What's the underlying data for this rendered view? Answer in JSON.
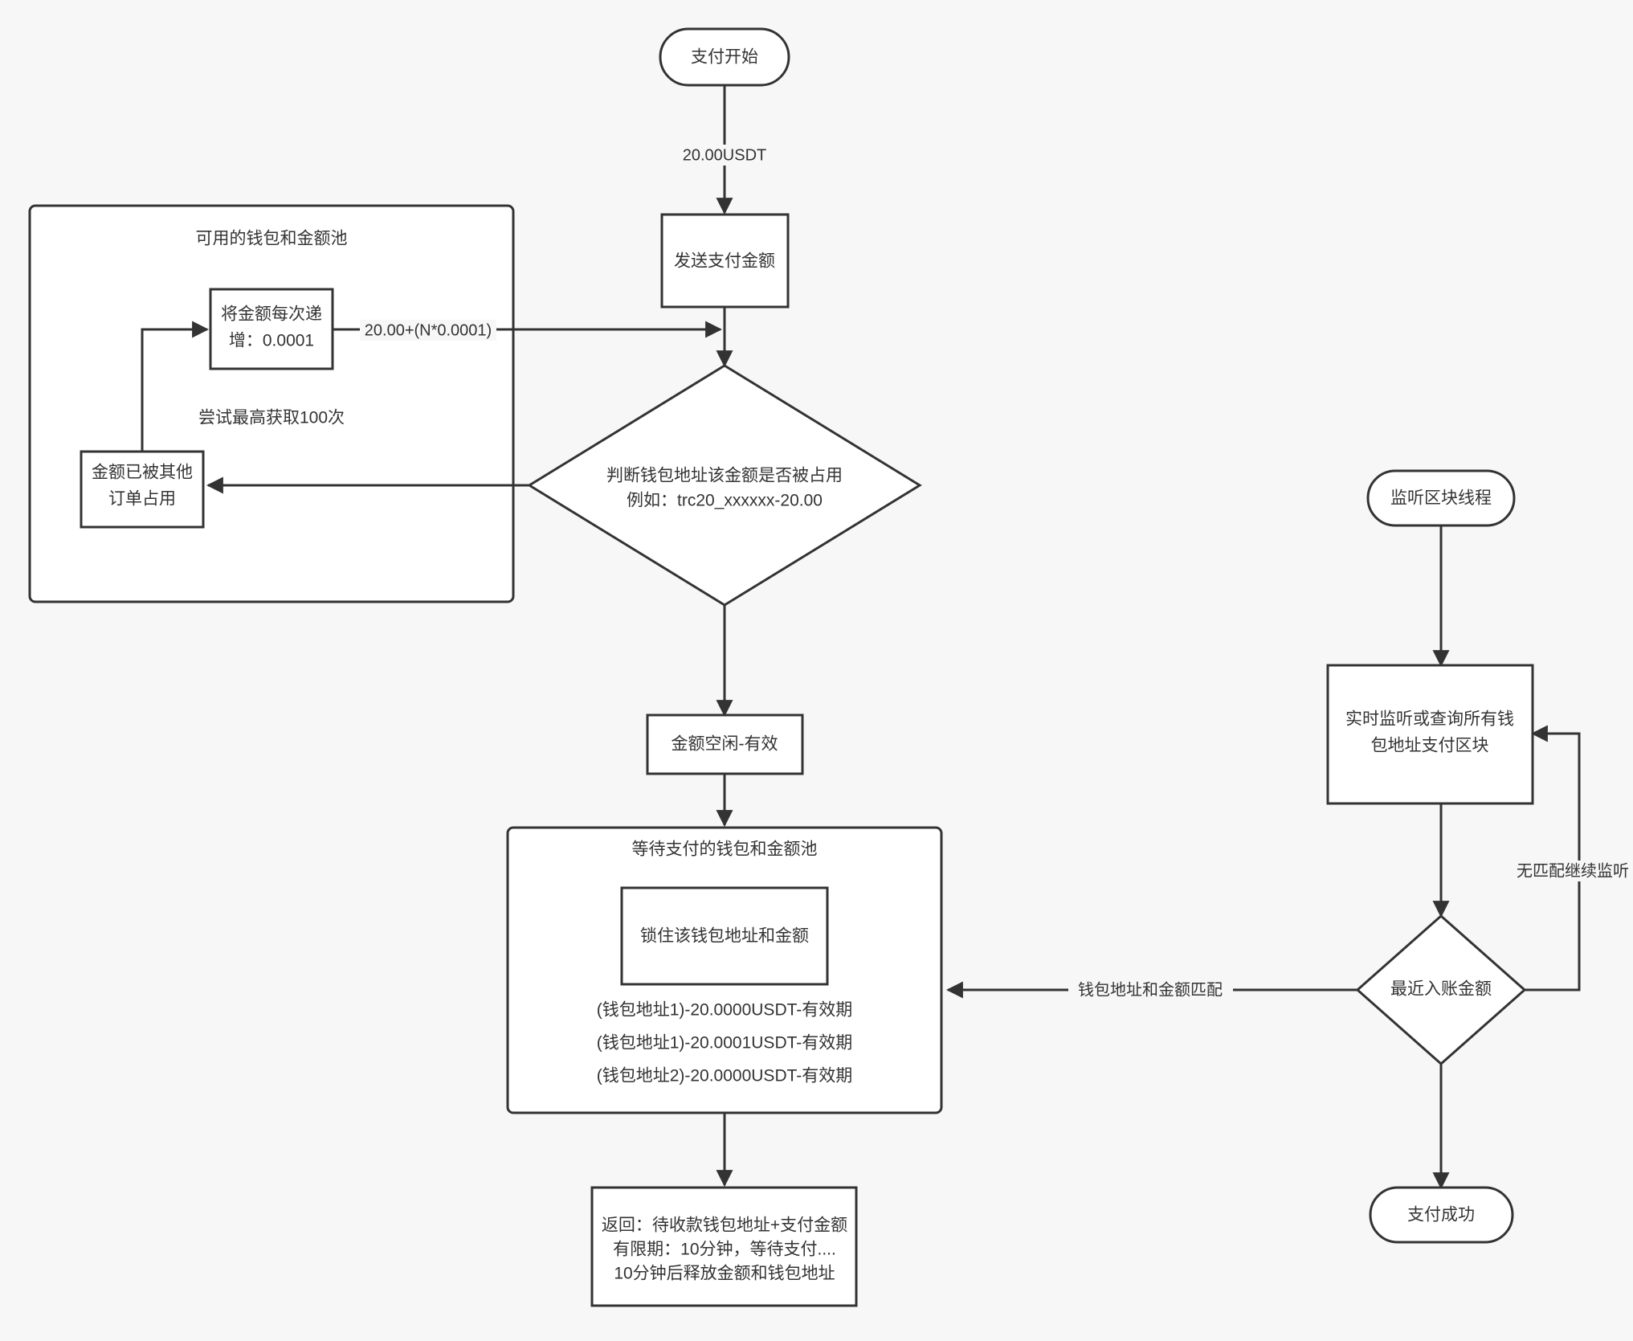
{
  "diagram": {
    "type": "flowchart",
    "direction": "top-down",
    "background_color": "#f7f7f7",
    "node_fill": "#ffffff",
    "stroke_color": "#333333",
    "text_color": "#333333"
  },
  "nodes": {
    "start": {
      "label": "支付开始",
      "shape": "stadium"
    },
    "send_amount": {
      "label": "发送支付金额",
      "shape": "rect"
    },
    "increment": {
      "label_line1": "将金额每次递",
      "label_line2": "增：0.0001",
      "shape": "rect"
    },
    "occupied": {
      "label_line1": "金额已被其他",
      "label_line2": "订单占用",
      "shape": "rect"
    },
    "decision_occupied": {
      "label_line1": "判断钱包地址该金额是否被占用",
      "label_line2": "例如：trc20_xxxxxx-20.00",
      "shape": "diamond"
    },
    "amount_free": {
      "label": "金额空闲-有效",
      "shape": "rect"
    },
    "lock": {
      "label": "锁住该钱包地址和金额",
      "shape": "rect"
    },
    "return_info": {
      "line1": "返回：待收款钱包地址+支付金额",
      "line2": "有限期：10分钟，等待支付....",
      "line3": "10分钟后释放金额和钱包地址",
      "shape": "rect"
    },
    "listen_thread": {
      "label": "监听区块线程",
      "shape": "stadium"
    },
    "monitor": {
      "label_line1": "实时监听或查询所有钱",
      "label_line2": "包地址支付区块",
      "shape": "rect"
    },
    "decision_recent": {
      "label": "最近入账金额",
      "shape": "diamond"
    },
    "pay_success": {
      "label": "支付成功",
      "shape": "stadium"
    }
  },
  "clusters": {
    "available_pool": {
      "title": "可用的钱包和金额池",
      "note": "尝试最高获取100次"
    },
    "waiting_pool": {
      "title": "等待支付的钱包和金额池",
      "entries": [
        "(钱包地址1)-20.0000USDT-有效期",
        "(钱包地址1)-20.0001USDT-有效期",
        "(钱包地址2)-20.0000USDT-有效期"
      ]
    }
  },
  "edge_labels": {
    "start_to_send": "20.00USDT",
    "increment_to_decision": "20.00+(N*0.0001)",
    "decision_to_waiting_pool": "钱包地址和金额匹配",
    "no_match_loop": "无匹配继续监听"
  }
}
